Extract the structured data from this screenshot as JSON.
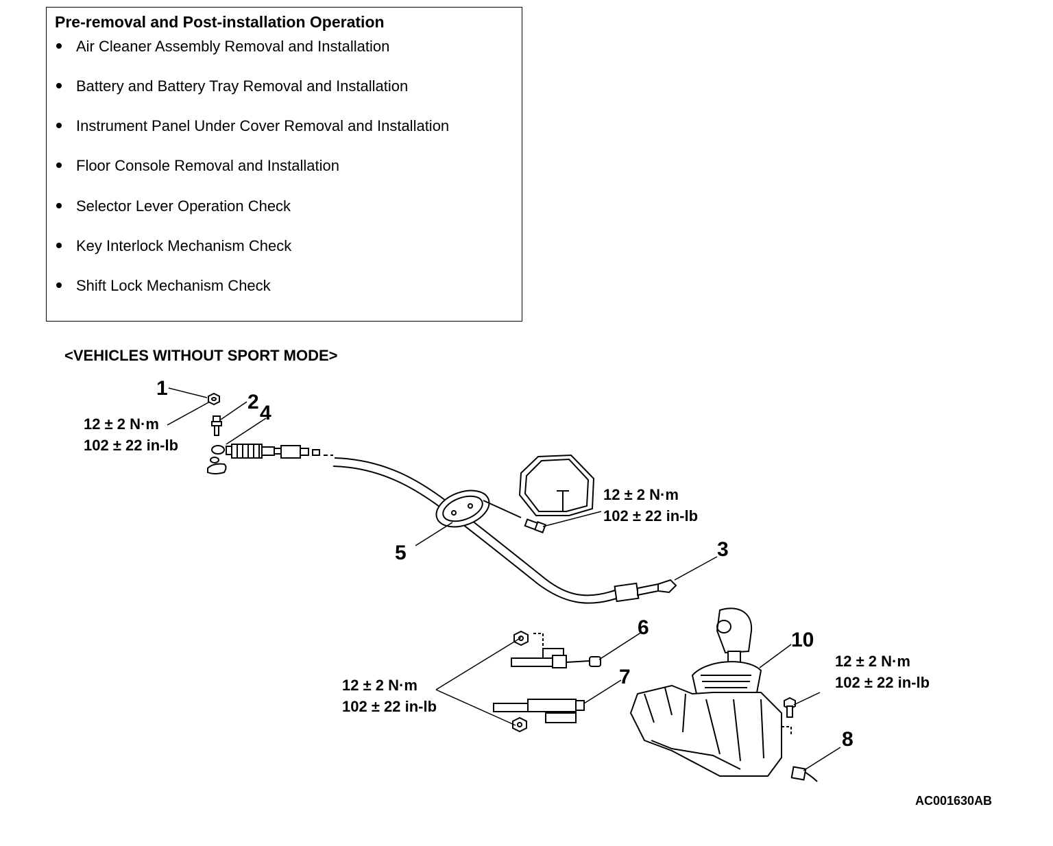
{
  "operations": {
    "title": "Pre-removal and Post-installation Operation",
    "items": [
      "Air Cleaner Assembly Removal and Installation",
      "Battery and Battery Tray Removal and Installation",
      "Instrument Panel Under Cover Removal and Installation",
      "Floor Console Removal and Installation",
      "Selector Lever Operation Check",
      "Key Interlock Mechanism Check",
      "Shift Lock Mechanism Check"
    ]
  },
  "diagram": {
    "subtitle": "<VEHICLES WITHOUT SPORT MODE>",
    "callouts": [
      "1",
      "2",
      "4",
      "5",
      "3",
      "6",
      "7",
      "10",
      "8"
    ],
    "torque_specs": {
      "nm": "12 ± 2 N·m",
      "inlb": "102 ± 22 in-lb"
    },
    "figure_id": "AC001630AB"
  }
}
